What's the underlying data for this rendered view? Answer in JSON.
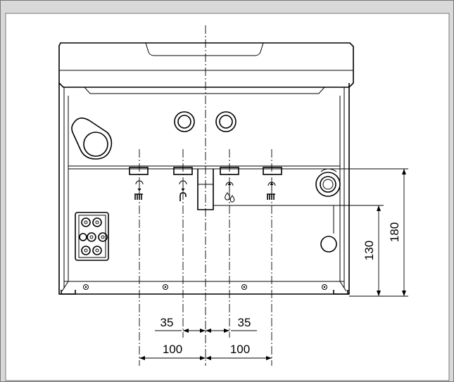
{
  "dimensions": {
    "left_outer": "100",
    "left_inner": "35",
    "right_inner": "35",
    "right_outer": "100",
    "height_lower": "130",
    "height_upper": "180"
  },
  "colors": {
    "line": "#000000",
    "background": "#ffffff",
    "frame_outer": "#d9d9d9",
    "frame_border": "#777777"
  },
  "icons": [
    "heating-flow-icon",
    "hot-water-icon",
    "gas-icon",
    "cold-water-icon",
    "heating-return-icon"
  ]
}
